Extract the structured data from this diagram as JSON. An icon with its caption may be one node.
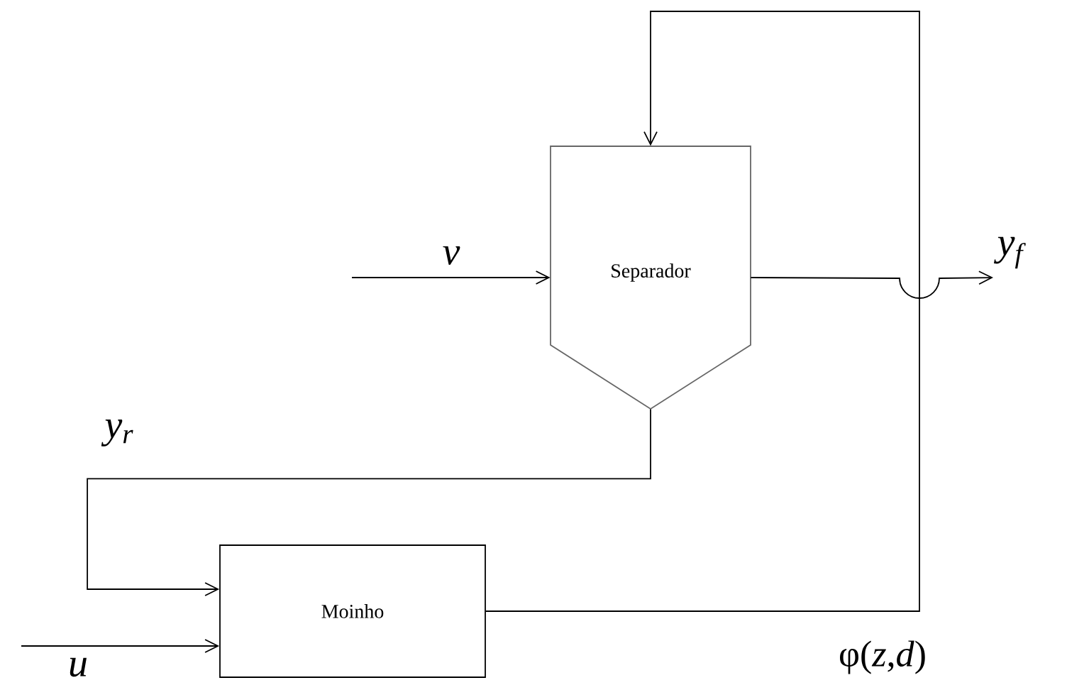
{
  "diagram": {
    "nodes": [
      {
        "text": [
          "Separador"
        ]
      },
      {
        "text": [
          "Moinho"
        ]
      }
    ],
    "edges": [
      {
        "from": null,
        "to": 0,
        "arrow": "to",
        "label": "v"
      },
      {
        "from": 0,
        "to": null,
        "arrow": "to",
        "label": "y$_{f}$"
      },
      {
        "from": 0,
        "to": 1,
        "arrow": "to",
        "label": "y$_{r}$"
      },
      {
        "from": null,
        "to": 1,
        "arrow": "to",
        "label": "u"
      },
      {
        "from": 1,
        "to": 0,
        "arrow": "to",
        "label": "φ(*z*,*d*)"
      }
    ]
  }
}
